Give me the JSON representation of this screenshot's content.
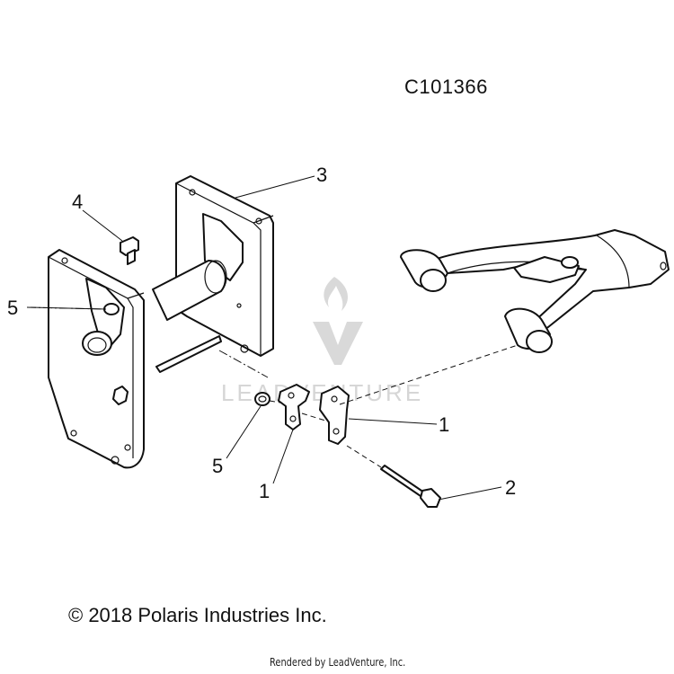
{
  "diagram_code": "C101366",
  "copyright": "© 2018 Polaris Industries Inc.",
  "rendered_by": "Rendered by LeadVenture, Inc.",
  "watermark": "LEADVENTURE",
  "callouts": {
    "c1a": "1",
    "c1b": "1",
    "c2": "2",
    "c3": "3",
    "c4": "4",
    "c5a": "5",
    "c5b": "5"
  }
}
